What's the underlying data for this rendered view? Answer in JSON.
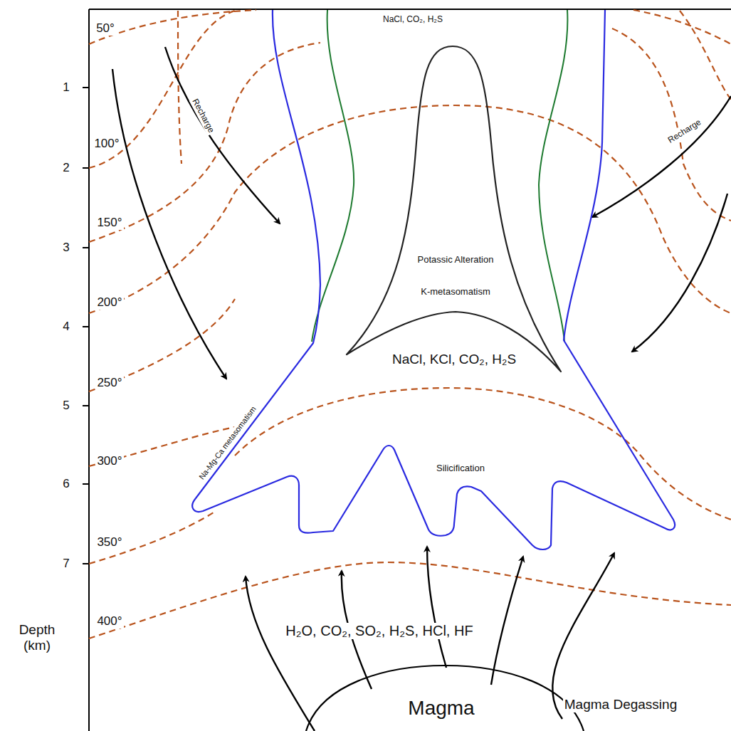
{
  "diagram": {
    "nodes": [
      {
        "text": [
          "NaCl, KCl, CO₂, H₂S",
          "Silicification"
        ]
      },
      {
        "text": [
          "Potassic Alteration",
          "K-metasomatism"
        ],
        "in": 0
      },
      {
        "text": [
          "Magma"
        ]
      }
    ],
    "labels": [
      "50°",
      "100°",
      "150°",
      "200°",
      "250°",
      "300°",
      "350°",
      "400°",
      "1",
      "2",
      "3",
      "4",
      "5",
      "6",
      "7",
      "Depth (km)",
      "Recharge",
      "Recharge",
      "NaCl, CO₂, H₂S",
      "Na-Mg-Ca metasomatism",
      "H₂O, CO₂, SO₂, H₂S, HCl, HF",
      "Magma Degassing"
    ]
  }
}
